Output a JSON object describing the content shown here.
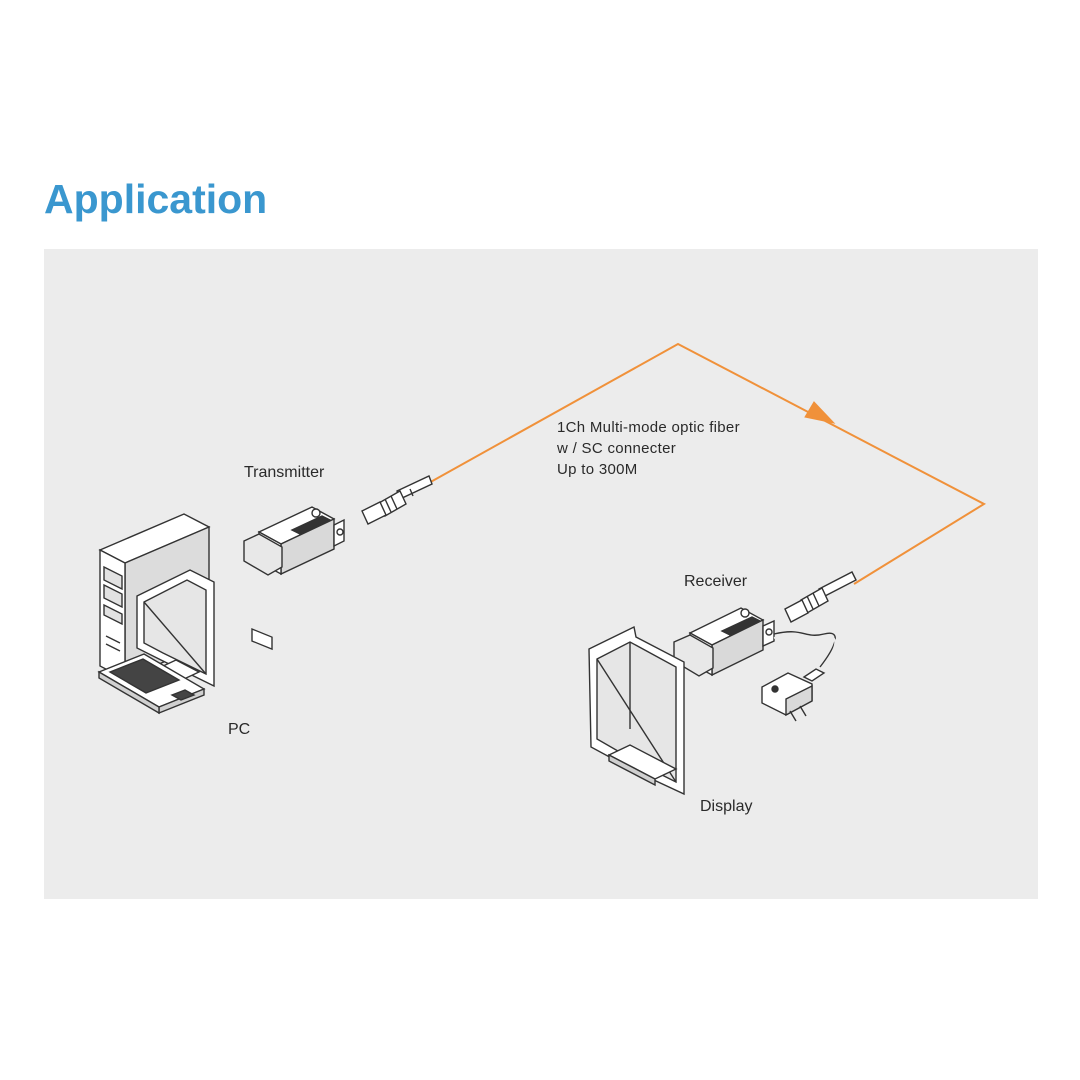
{
  "title": "Application",
  "labels": {
    "transmitter": "Transmitter",
    "receiver": "Receiver",
    "pc": "PC",
    "display": "Display"
  },
  "fiber_note": {
    "line1": "1Ch Multi-mode optic fiber",
    "line2": "w / SC connecter",
    "line3": "Up to 300M"
  },
  "colors": {
    "title": "#3a97cf",
    "panel": "#ececec",
    "fiber": "#f0913a",
    "line_art": "#333333"
  }
}
